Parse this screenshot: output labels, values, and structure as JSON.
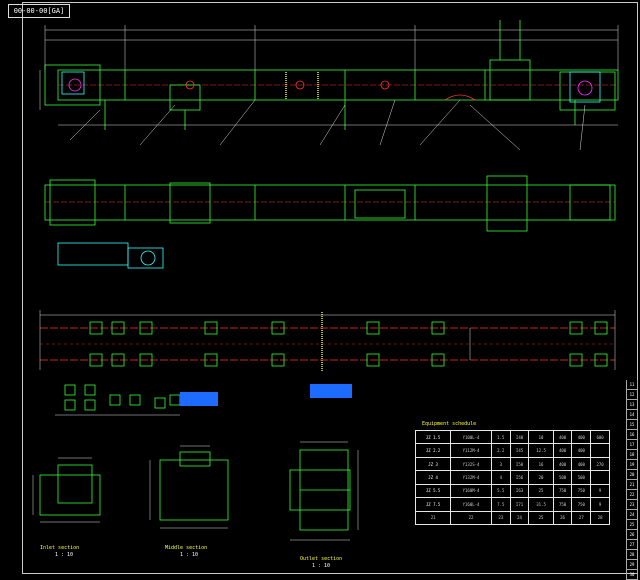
{
  "drawing_number": "00-00-00[GA]",
  "table_header": "Equipment schedule",
  "table_rows": [
    [
      "JZ 1.5",
      "Y100L-4",
      "1.5",
      "I40",
      "10",
      "400",
      "400",
      "600"
    ],
    [
      "JZ 2.2",
      "Y112M-4",
      "2.2",
      "I45",
      "12.5",
      "400",
      "400",
      ""
    ],
    [
      "JZ 3",
      "Y132S-4",
      "3",
      "I50",
      "16",
      "400",
      "400",
      "270"
    ],
    [
      "JZ 4",
      "Y132M-4",
      "4",
      "I56",
      "20",
      "500",
      "500",
      ""
    ],
    [
      "JZ 5.5",
      "Y160M-4",
      "5.5",
      "I63",
      "25",
      "750",
      "750",
      "9"
    ],
    [
      "JZ 7.5",
      "Y160L-4",
      "7.5",
      "I71",
      "31.5",
      "750",
      "750",
      "9"
    ]
  ],
  "table_footer": [
    "21",
    "22",
    "23",
    "24",
    "25",
    "26",
    "27",
    "28"
  ],
  "view_captions": {
    "inlet_section": "Inlet section",
    "inlet_scale": "1 : 10",
    "mid_section": "Middle section",
    "mid_scale": "1 : 10",
    "outlet_section": "Outlet section",
    "outlet_scale": "1 : 10"
  },
  "side_table": [
    "11",
    "12",
    "13",
    "14",
    "15",
    "16",
    "17",
    "18",
    "19",
    "20",
    "21",
    "22",
    "23",
    "24",
    "25",
    "26",
    "27",
    "28",
    "29",
    "30"
  ],
  "colors": {
    "outline": "#33ff33",
    "dimension": "#dddddd",
    "centerline": "#ff3333",
    "hatch": "#ffff33",
    "equipment": "#33ffff"
  }
}
